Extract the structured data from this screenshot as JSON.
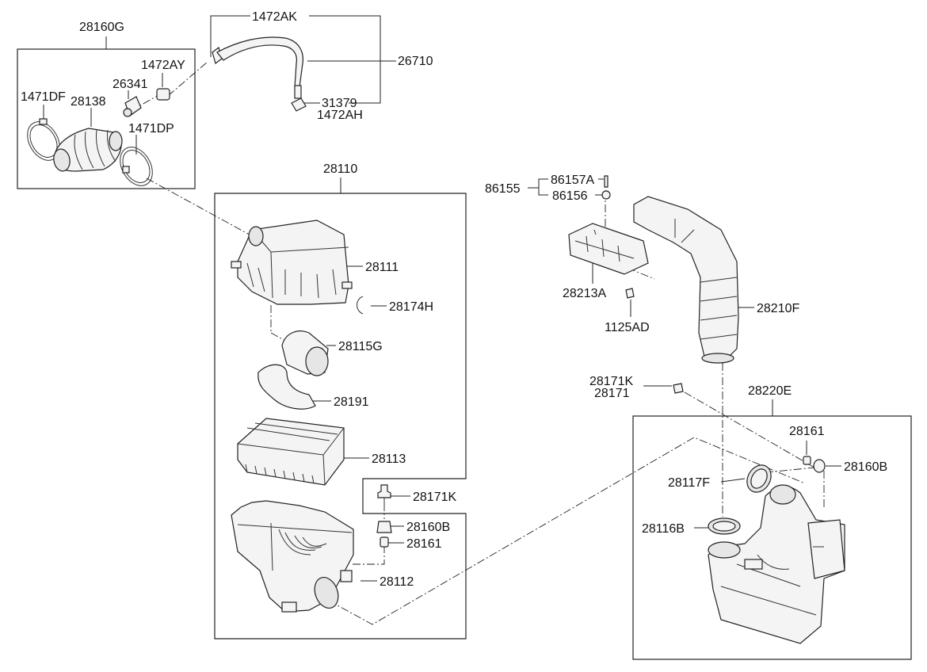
{
  "labels": {
    "l28160G": "28160G",
    "l1472AK": "1472AK",
    "l26710": "26710",
    "l1472AY": "1472AY",
    "l26341": "26341",
    "l1471DF": "1471DF",
    "l28138": "28138",
    "l1471DP": "1471DP",
    "l31379": "31379",
    "l1472AH": "1472AH",
    "l28110": "28110",
    "l28111": "28111",
    "l28174H": "28174H",
    "l28115G": "28115G",
    "l28191": "28191",
    "l28113": "28113",
    "l28171K_a": "28171K",
    "l28160B_a": "28160B",
    "l28161_a": "28161",
    "l28112": "28112",
    "l86155": "86155",
    "l86157A": "86157A",
    "l86156": "86156",
    "l28213A": "28213A",
    "l1125AD": "1125AD",
    "l28210F": "28210F",
    "l28171K_b": "28171K",
    "l28171": "28171",
    "l28220E": "28220E",
    "l28161_b": "28161",
    "l28160B_b": "28160B",
    "l28117F": "28117F",
    "l28116B": "28116B"
  }
}
